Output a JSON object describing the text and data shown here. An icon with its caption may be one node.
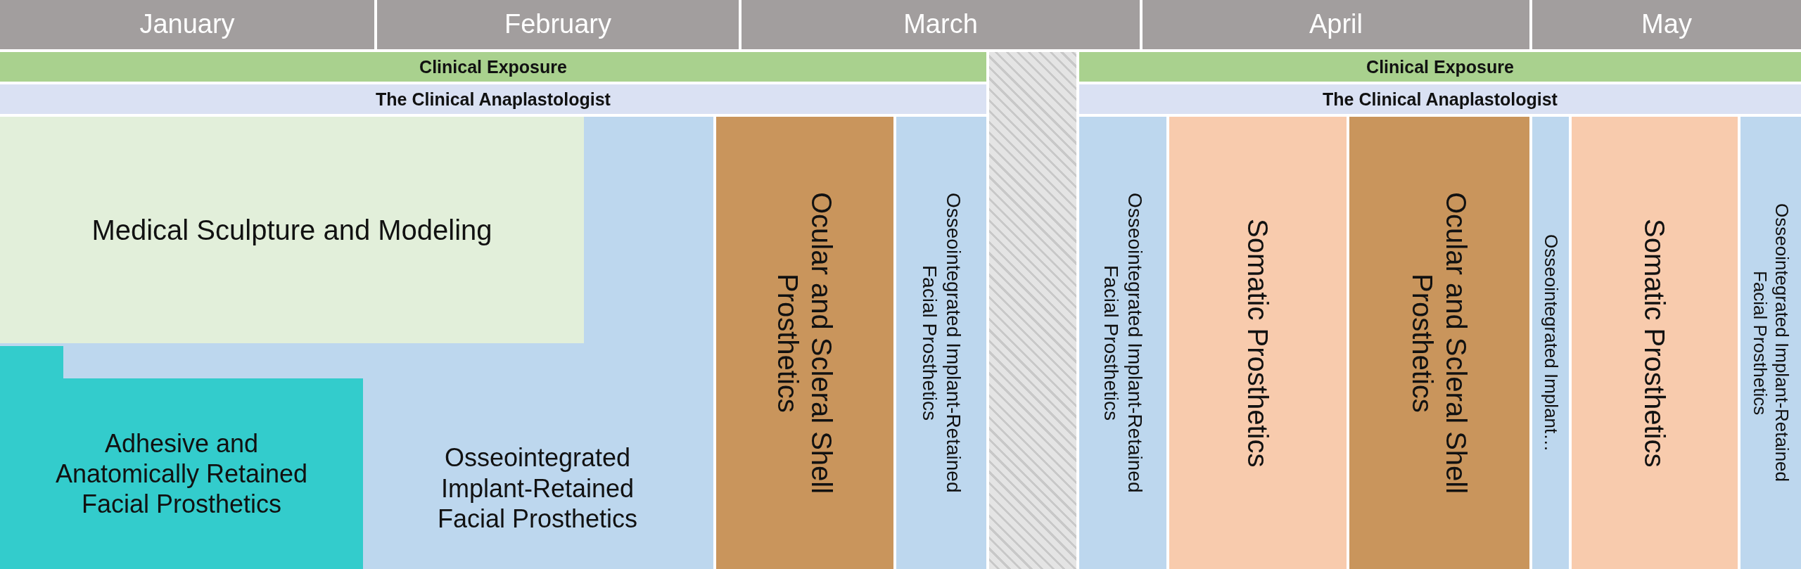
{
  "diagram": {
    "nodes": [
      {
        "text": [
          "January"
        ]
      },
      {
        "text": [
          "February"
        ]
      },
      {
        "text": [
          "March"
        ]
      },
      {
        "text": [
          "April"
        ]
      },
      {
        "text": [
          "May"
        ]
      },
      {
        "text": [
          "Clinical Exposure"
        ]
      },
      {
        "text": [],
        "shape": "bar"
      },
      {
        "text": [
          "Clinical Exposure"
        ]
      },
      {
        "text": [
          "The Clinical Anaplastologist"
        ]
      },
      {
        "text": [
          "The Clinical Anaplastologist"
        ]
      },
      {
        "text": [
          "Osseointegrated Implant-Retained Facial Prosthetics"
        ]
      },
      {
        "text": [
          "Medical Sculpture and Modeling"
        ],
        "in": 10
      },
      {
        "text": [
          "Adhesive and Anatomically Retained Facial Prosthetics"
        ],
        "in": 10
      },
      {
        "text": [
          "Ocular and Scleral Shell Prosthetics"
        ]
      },
      {
        "text": [
          "Osseointegrated Implant-Retained Facial Prosthetics"
        ]
      },
      {
        "text": [
          "Osseointegrated Implant-Retained Facial Prosthetics"
        ]
      },
      {
        "text": [
          "Somatic Prosthetics"
        ]
      },
      {
        "text": [
          "Ocular and Scleral Shell Prosthetics"
        ]
      },
      {
        "text": [
          "Osseointegrated Implant…"
        ]
      },
      {
        "text": [
          "Somatic Prosthetics"
        ]
      },
      {
        "text": [
          "Osseointegrated Implant-Retained Facial Prosthetics"
        ]
      }
    ]
  }
}
